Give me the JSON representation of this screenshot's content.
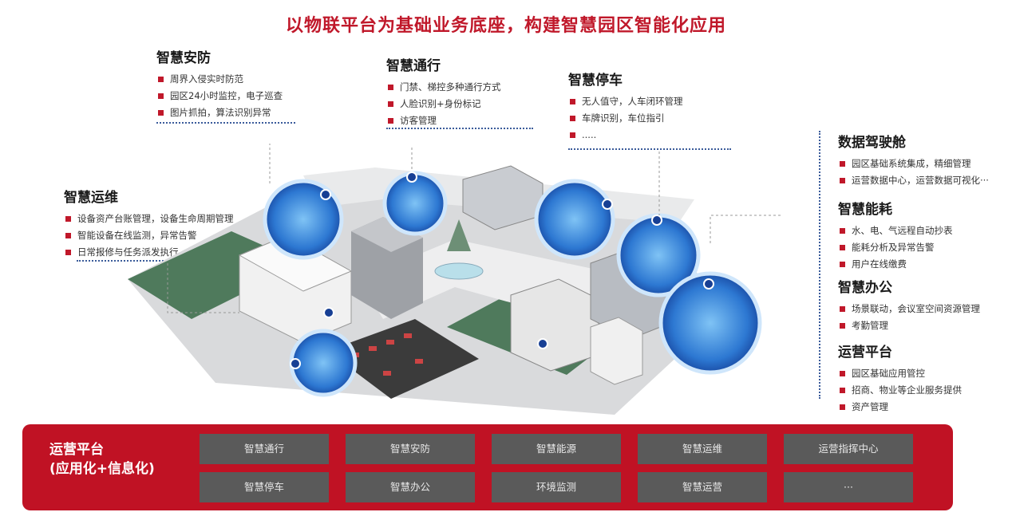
{
  "title": "以物联平台为基础业务底座，构建智慧园区智能化应用",
  "left_blocks": {
    "security": {
      "heading": "智慧安防",
      "items": [
        "周界入侵实时防范",
        "园区24小时监控，电子巡查",
        "图片抓拍，算法识别异常"
      ]
    },
    "access": {
      "heading": "智慧通行",
      "items": [
        "门禁、梯控多种通行方式",
        "人脸识别+身份标记",
        "访客管理"
      ]
    },
    "parking": {
      "heading": "智慧停车",
      "items": [
        "无人值守，人车闭环管理",
        "车牌识别，车位指引",
        "....."
      ]
    },
    "ops": {
      "heading": "智慧运维",
      "items": [
        "设备资产台账管理，设备生命周期管理",
        "智能设备在线监测，异常告警",
        "日常报修与任务派发执行"
      ]
    }
  },
  "right_blocks": {
    "cockpit": {
      "heading": "数据驾驶舱",
      "items": [
        "园区基础系统集成，精细管理",
        "运营数据中心，运营数据可视化···"
      ]
    },
    "energy": {
      "heading": "智慧能耗",
      "items": [
        "水、电、气远程自动抄表",
        "能耗分析及异常告警",
        "用户在线缴费"
      ]
    },
    "office": {
      "heading": "智慧办公",
      "items": [
        "场景联动，会议室空间资源管理",
        "考勤管理"
      ]
    },
    "platform": {
      "heading": "运营平台",
      "items": [
        "园区基础应用管控",
        "招商、物业等企业服务提供",
        "资产管理"
      ]
    }
  },
  "bottom_bar": {
    "title_line1": "运营平台",
    "title_line2": "(应用化+信息化)",
    "row1": [
      "智慧通行",
      "智慧安防",
      "智慧能源",
      "智慧运维",
      "运营指挥中心"
    ],
    "row2": [
      "智慧停车",
      "智慧办公",
      "环境监测",
      "智慧运营",
      "···"
    ]
  },
  "colors": {
    "accent": "#c0182a",
    "bar": "#c01224",
    "tile": "#5a5a5a",
    "dots": "#3a5b9a",
    "lawn": "#4f7a5c"
  }
}
